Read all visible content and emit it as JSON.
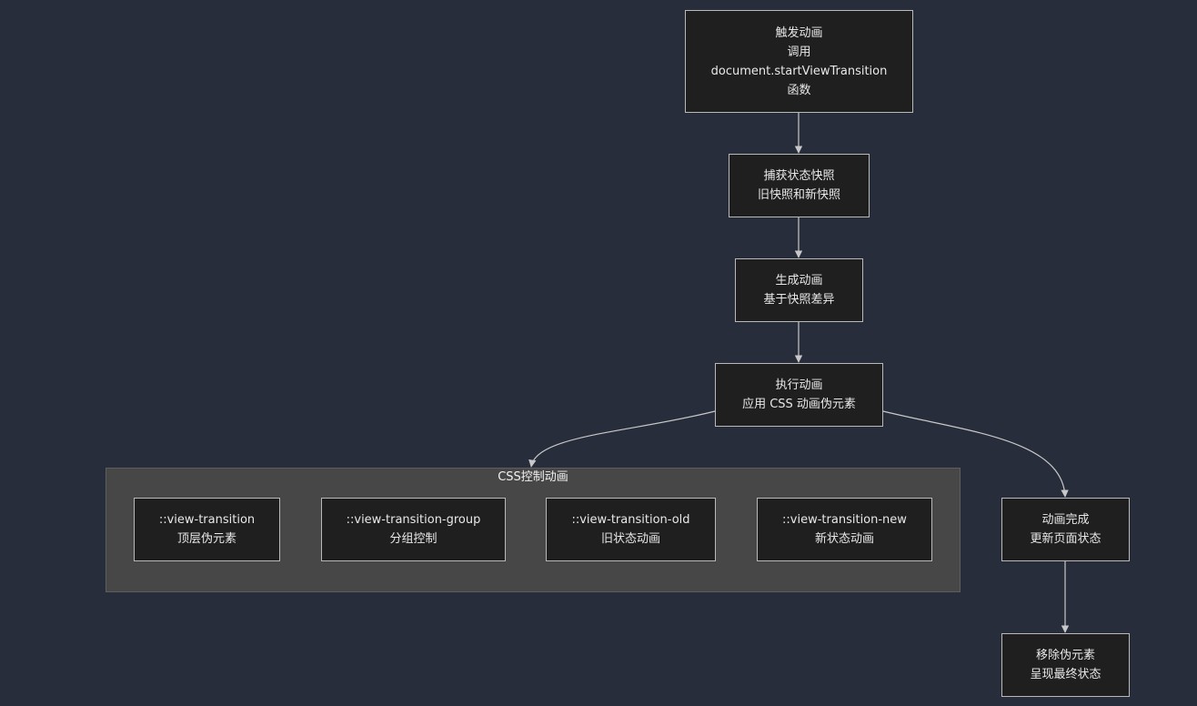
{
  "colors": {
    "background": "#272d3a",
    "node_fill": "#1f1f1f",
    "node_border": "#b9b9b9",
    "cluster_fill": "#474747",
    "edge": "#c8c8c8",
    "text": "#e8e8e8"
  },
  "nodes": {
    "trigger": {
      "line1": "触发动画",
      "line2": "调用",
      "line3": "document.startViewTransition",
      "line4": "函数"
    },
    "capture": {
      "line1": "捕获状态快照",
      "line2": "旧快照和新快照"
    },
    "generate": {
      "line1": "生成动画",
      "line2": "基于快照差异"
    },
    "execute": {
      "line1": "执行动画",
      "line2": "应用 CSS 动画伪元素"
    },
    "complete": {
      "line1": "动画完成",
      "line2": "更新页面状态"
    },
    "remove": {
      "line1": "移除伪元素",
      "line2": "呈现最终状态"
    }
  },
  "cluster": {
    "title": "CSS控制动画",
    "nodes": {
      "view_transition": {
        "line1": "::view-transition",
        "line2": "顶层伪元素"
      },
      "group": {
        "line1": "::view-transition-group",
        "line2": "分组控制"
      },
      "old": {
        "line1": "::view-transition-old",
        "line2": "旧状态动画"
      },
      "new": {
        "line1": "::view-transition-new",
        "line2": "新状态动画"
      }
    }
  },
  "edges": [
    {
      "from": "trigger",
      "to": "capture"
    },
    {
      "from": "capture",
      "to": "generate"
    },
    {
      "from": "generate",
      "to": "execute"
    },
    {
      "from": "execute",
      "to": "cluster"
    },
    {
      "from": "execute",
      "to": "complete"
    },
    {
      "from": "complete",
      "to": "remove"
    }
  ]
}
